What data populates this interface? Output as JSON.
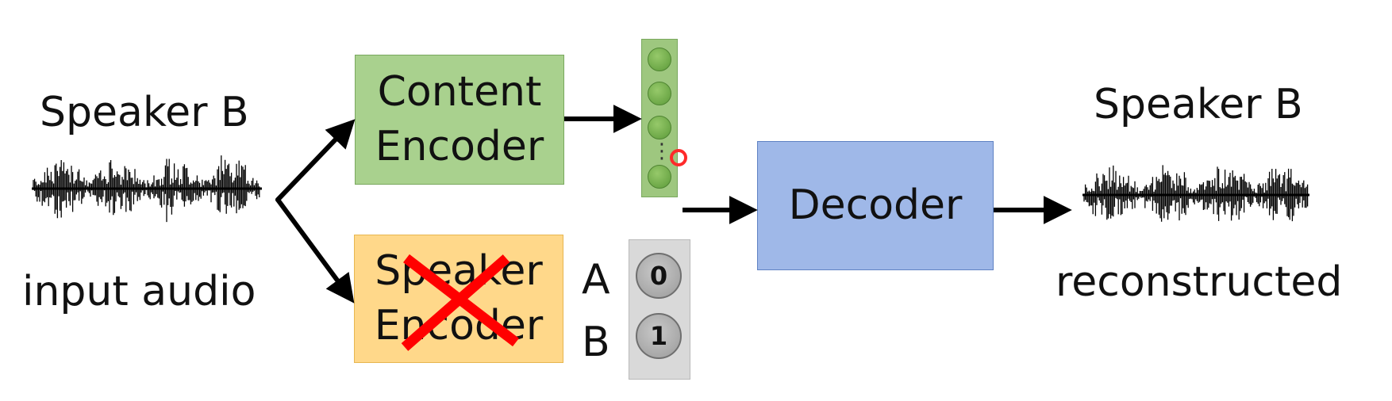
{
  "input": {
    "speaker_label": "Speaker B",
    "caption": "input audio"
  },
  "content_encoder": {
    "line1": "Content",
    "line2": "Encoder"
  },
  "speaker_encoder": {
    "line1": "Speaker",
    "line2": "Encoder",
    "crossed_out": true
  },
  "latent": {
    "dots": "⋮"
  },
  "speaker_onehot": {
    "rows": [
      {
        "label": "A",
        "value": "0"
      },
      {
        "label": "B",
        "value": "1"
      }
    ]
  },
  "decoder": {
    "label": "Decoder"
  },
  "output": {
    "speaker_label": "Speaker B",
    "caption": "reconstructed"
  },
  "colors": {
    "content_encoder": "#a9d18e",
    "speaker_encoder": "#ffd88a",
    "decoder": "#9fb8e8",
    "cross": "#ff0000",
    "onehot_panel": "#d9d9d9"
  }
}
